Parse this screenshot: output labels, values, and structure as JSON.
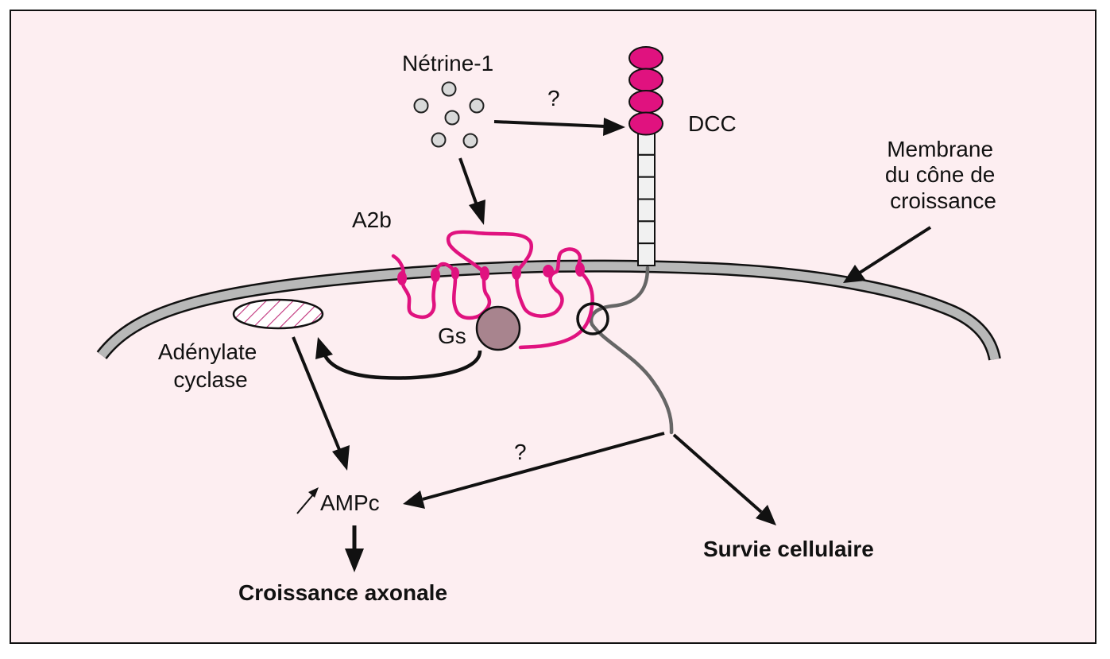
{
  "colors": {
    "background": "#fdeef1",
    "border": "#111111",
    "receptor_magenta": "#e0127f",
    "membrane_fill": "#b8b8b8",
    "netrin_fill": "#d9d9d9",
    "dcc_segment_fill": "#f1f1f1",
    "gs_fill": "#a8848e",
    "dcc_tail": "#666666",
    "arrow": "#111111"
  },
  "labels": {
    "netrin": "Nétrine-1",
    "question_top": "?",
    "dcc": "DCC",
    "membrane": [
      "Membrane",
      "du cône de",
      "croissance"
    ],
    "a2b": "A2b",
    "gs": "Gs",
    "adenylate": [
      "Adénylate",
      "cyclase"
    ],
    "ampc": "AMPc",
    "question_bottom": "?",
    "outcome_axonal": "Croissance axonale",
    "outcome_survival": "Survie cellulaire"
  },
  "structure": {
    "netrin_molecule_count": 6,
    "dcc_ig_domain_count": 4,
    "dcc_fn_segment_count": 6,
    "a2b_transmembrane_count": 7
  }
}
